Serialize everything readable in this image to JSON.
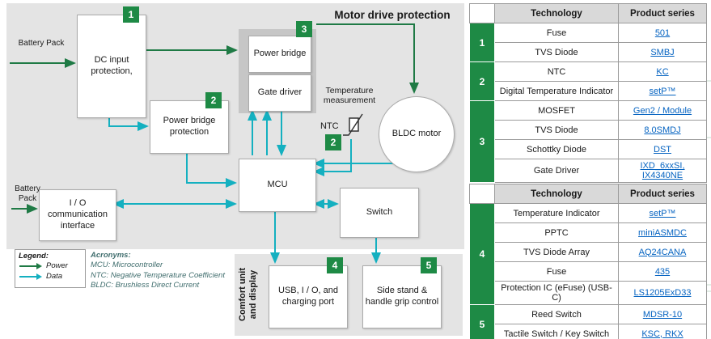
{
  "diagram": {
    "title": "Motor drive protection",
    "battery_top": "Battery Pack",
    "battery_bottom": "Battery Pack",
    "dc_input": "DC input protection,",
    "power_bridge": "Power bridge",
    "gate_driver": "Gate driver",
    "power_bridge_protection": "Power bridge protection",
    "temperature_measurement": "Temperature measurement",
    "ntc": "NTC",
    "bldc_motor": "BLDC motor",
    "mcu": "MCU",
    "switch": "Switch",
    "io_interface": "I / O communication interface",
    "comfort_unit_line1": "Comfort unit",
    "comfort_unit_line2": "and display",
    "usb_box": "USB, I / O, and charging port",
    "side_stand_box": "Side stand & handle grip control",
    "badges": {
      "b1": "1",
      "b2": "2",
      "b3": "3",
      "b2n": "2",
      "b4": "4",
      "b5": "5"
    }
  },
  "legend": {
    "title": "Legend:",
    "power": "Power",
    "data": "Data"
  },
  "acronyms": {
    "title": "Acronyms:",
    "mcu": "MCU: Microcontroller",
    "ntc": "NTC: Negative Temperature Coefficient",
    "bldc": "BLDC: Brushless Direct Current"
  },
  "colors": {
    "power_green": "#1f7a45",
    "data_cyan": "#14b0c0",
    "badge_green": "#1e8a45",
    "link_blue": "#0563c1"
  },
  "table1": {
    "headers": {
      "technology": "Technology",
      "product_series": "Product series"
    },
    "rows": [
      {
        "badge": "1",
        "tech": "Fuse",
        "product": "501"
      },
      {
        "tech": "TVS Diode",
        "product": "SMBJ"
      },
      {
        "badge": "2",
        "tech": "NTC",
        "product": "KC"
      },
      {
        "tech": "Digital Temperature Indicator",
        "product": "setP™"
      },
      {
        "badge": "3",
        "tech": "MOSFET",
        "product": "Gen2 / Module"
      },
      {
        "tech": "TVS Diode",
        "product": "8.0SMDJ"
      },
      {
        "tech": "Schottky Diode",
        "product": "DST"
      },
      {
        "tech": "Gate Driver",
        "product": "IXD_6xxSI, IX4340NE"
      }
    ]
  },
  "table2": {
    "headers": {
      "technology": "Technology",
      "product_series": "Product series"
    },
    "rows": [
      {
        "badge": "4",
        "tech": "Temperature Indicator",
        "product": "setP™"
      },
      {
        "tech": "PPTC",
        "product": "miniASMDC"
      },
      {
        "tech": "TVS Diode Array",
        "product": "AQ24CANA"
      },
      {
        "tech": "Fuse",
        "product": "435"
      },
      {
        "tech": "Protection IC (eFuse) (USB-C)",
        "product": "LS1205ExD33"
      },
      {
        "badge": "5",
        "tech": "Reed Switch",
        "product": "MDSR-10"
      },
      {
        "tech": "Tactile Switch / Key Switch",
        "product": "KSC, RKX"
      }
    ]
  }
}
